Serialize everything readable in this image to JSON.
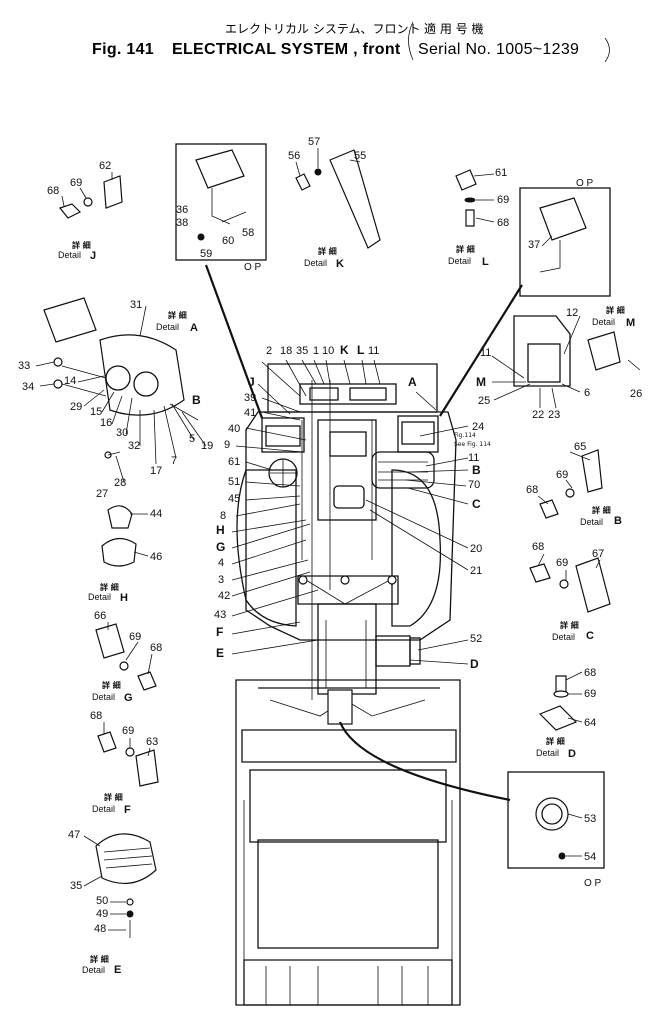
{
  "title": {
    "japanese": "エレクトリカル システム、フロント",
    "serial_jp": "適 用 号 機",
    "fig": "Fig. 141",
    "name": "ELECTRICAL SYSTEM , front",
    "serial": "Serial No. 1005~1239"
  },
  "details": [
    {
      "id": "J",
      "jp": "詳 細",
      "label": "Detail",
      "letter": "J"
    },
    {
      "id": "K",
      "jp": "詳 細",
      "label": "Detail",
      "letter": "K"
    },
    {
      "id": "L",
      "jp": "詳 細",
      "label": "Detail",
      "letter": "L"
    },
    {
      "id": "A",
      "jp": "詳 細",
      "label": "Detail",
      "letter": "A"
    },
    {
      "id": "M",
      "jp": "詳 細",
      "label": "Detail",
      "letter": "M"
    },
    {
      "id": "B",
      "jp": "詳 細",
      "label": "Detail",
      "letter": "B"
    },
    {
      "id": "H",
      "jp": "詳 細",
      "label": "Detail",
      "letter": "H"
    },
    {
      "id": "C",
      "jp": "詳 細",
      "label": "Detail",
      "letter": "C"
    },
    {
      "id": "G",
      "jp": "詳 細",
      "label": "Detail",
      "letter": "G"
    },
    {
      "id": "D",
      "jp": "詳 細",
      "label": "Detail",
      "letter": "D"
    },
    {
      "id": "F",
      "jp": "詳 細",
      "label": "Detail",
      "letter": "F"
    },
    {
      "id": "E",
      "jp": "詳 細",
      "label": "Detail",
      "letter": "E"
    }
  ],
  "op_labels": [
    "O P",
    "O P",
    "O P"
  ],
  "reference_note": [
    "Fig.114",
    "See Fig. 114"
  ],
  "callouts": [
    "62",
    "68",
    "69",
    "57",
    "56",
    "55",
    "61",
    "69",
    "68",
    "36",
    "38",
    "60",
    "58",
    "59",
    "31",
    "33",
    "34",
    "14",
    "29",
    "15",
    "16",
    "30",
    "32",
    "17",
    "7",
    "5",
    "19",
    "28",
    "27",
    "2",
    "18",
    "35",
    "1",
    "10",
    "K",
    "L",
    "11",
    "J",
    "39",
    "41",
    "40",
    "9",
    "61",
    "51",
    "45",
    "8",
    "H",
    "G",
    "4",
    "3",
    "42",
    "43",
    "F",
    "E",
    "A",
    "24",
    "11",
    "B",
    "70",
    "C",
    "20",
    "21",
    "52",
    "D",
    "12",
    "11",
    "M",
    "25",
    "22",
    "23",
    "6",
    "26",
    "44",
    "46",
    "66",
    "69",
    "68",
    "65",
    "69",
    "68",
    "68",
    "69",
    "67",
    "68",
    "69",
    "64",
    "68",
    "69",
    "63",
    "47",
    "35",
    "50",
    "49",
    "48",
    "37",
    "53",
    "54",
    "B"
  ]
}
